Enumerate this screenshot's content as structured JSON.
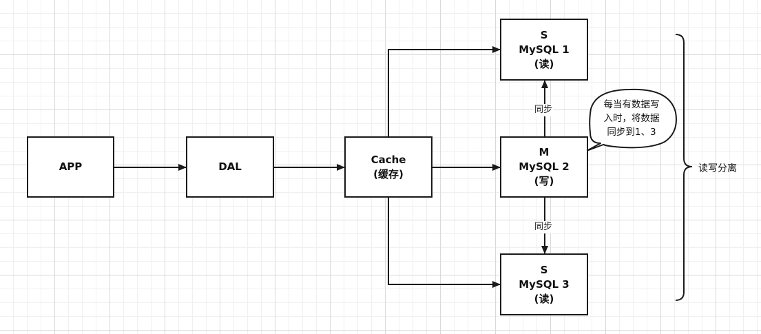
{
  "diagram": {
    "nodes": {
      "app": {
        "lines": [
          "APP"
        ]
      },
      "dal": {
        "lines": [
          "DAL"
        ]
      },
      "cache": {
        "lines": [
          "Cache",
          "(缓存)"
        ]
      },
      "mysql1": {
        "lines": [
          "S",
          "MySQL 1",
          "(读)"
        ]
      },
      "mysql2": {
        "lines": [
          "M",
          "MySQL 2",
          "(写)"
        ]
      },
      "mysql3": {
        "lines": [
          "S",
          "MySQL 3",
          "(读)"
        ]
      }
    },
    "edges": [
      {
        "from": "APP",
        "to": "DAL"
      },
      {
        "from": "DAL",
        "to": "Cache"
      },
      {
        "from": "Cache",
        "to": "MySQL 1"
      },
      {
        "from": "Cache",
        "to": "MySQL 2"
      },
      {
        "from": "Cache",
        "to": "MySQL 3"
      },
      {
        "from": "MySQL 2",
        "to": "MySQL 1",
        "label": "同步"
      },
      {
        "from": "MySQL 2",
        "to": "MySQL 3",
        "label": "同步"
      }
    ],
    "sync_label_up": "同步",
    "sync_label_down": "同步",
    "callout": {
      "lines": [
        "每当有数据写",
        "入时，将数据",
        "同步到1、3"
      ]
    },
    "brace_label": "读写分离"
  }
}
